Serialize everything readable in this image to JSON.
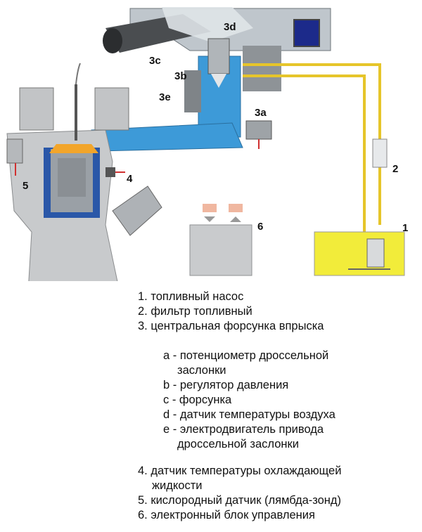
{
  "labels": {
    "l3d": "3d",
    "l3c": "3c",
    "l3b": "3b",
    "l3e": "3e",
    "l3a": "3a",
    "l1": "1",
    "l2": "2",
    "l4": "4",
    "l5": "5",
    "l6": "6"
  },
  "legend": {
    "main": [
      "1. топливный насос",
      "2. фильтр топливный",
      "3. центральная форсунка впрыска"
    ],
    "sub": [
      "a - потенциометр дроссельной",
      "заслонки",
      "b - регулятор давления",
      "c - форсунка",
      "d - датчик температуры воздуха",
      "e - электродвигатель привода",
      "дроссельной заслонки"
    ],
    "bottom": [
      "4. датчик температуры охлаждающей",
      "жидкости",
      "5. кислородный датчик (лямбда-зонд)",
      "6. электронный блок управления"
    ]
  },
  "colors": {
    "fuel_line": "#e6c52a",
    "intake": "#3d9ad8",
    "engine": "#c8cacc",
    "tank": "#f2ec3a",
    "ecu": "#c9cbcd"
  }
}
